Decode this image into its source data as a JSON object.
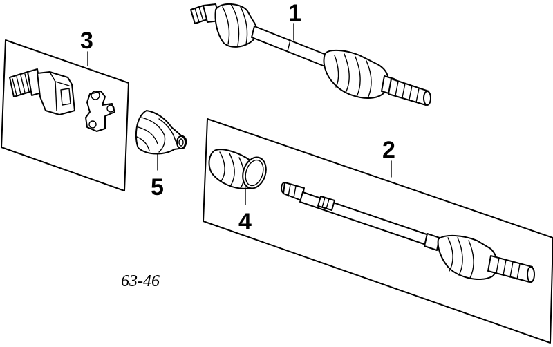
{
  "callouts": {
    "c1": "1",
    "c2": "2",
    "c3": "3",
    "c4": "4",
    "c5": "5"
  },
  "figure_code": "63-46"
}
